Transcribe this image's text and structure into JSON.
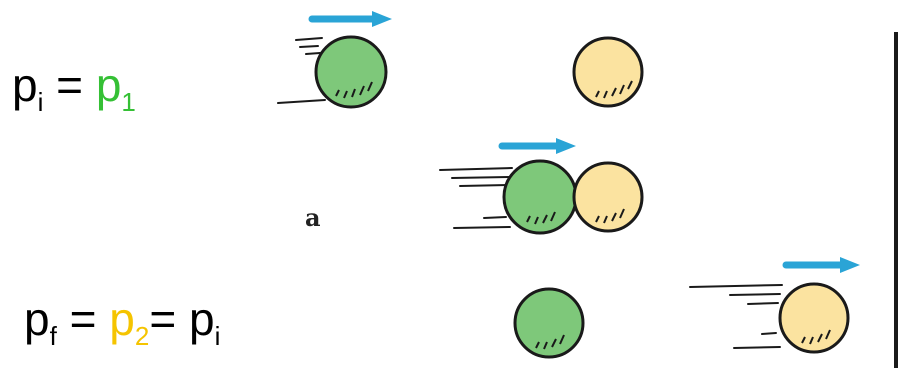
{
  "equations": {
    "initial": {
      "p": "p",
      "p_sub": "i",
      "eq": "=",
      "rhs": "p",
      "rhs_sub": "1"
    },
    "final": {
      "p": "p",
      "p_sub": "f",
      "eq1": "=",
      "mid": "p",
      "mid_sub": "2",
      "eq2": "=",
      "rhs": "p",
      "rhs_sub": "i"
    }
  },
  "diagram": {
    "label": "a",
    "colors": {
      "green_ball": "#7ec87a",
      "yellow_ball": "#fbe3a0",
      "arrow": "#2aa4d6",
      "outline": "#1a1a1a",
      "green_text": "#35c035",
      "yellow_text": "#f5c400"
    }
  }
}
